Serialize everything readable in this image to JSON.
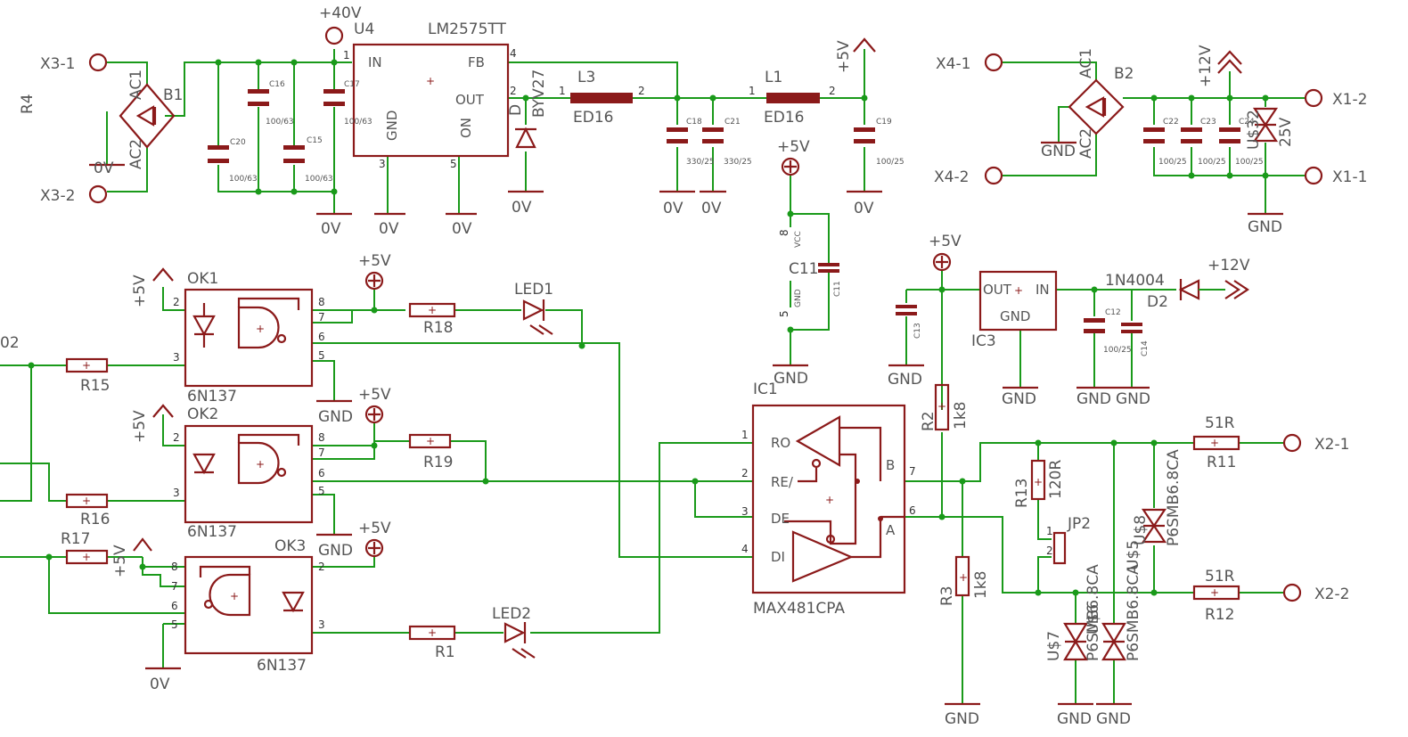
{
  "colors": {
    "wire": "#1a9a1a",
    "part": "#8b1a1a",
    "text": "#555555",
    "background": "#ffffff"
  },
  "power_supply": {
    "x3_1": "X3-1",
    "x3_2": "X3-2",
    "r4": "R4",
    "b1": "B1",
    "ac1": "AC1",
    "ac2": "AC2",
    "zero_v": "0V",
    "plus40v": "+40V",
    "u4": "U4",
    "regulator": "LM2575TT",
    "pin_in": "IN",
    "pin_fb": "FB",
    "pin_out": "OUT",
    "pin_gnd": "GND",
    "pin_on": "ON",
    "pin_1": "1",
    "pin_2": "2",
    "pin_3": "3",
    "pin_4": "4",
    "pin_5": "5",
    "c16": "C16",
    "c16_val": "100/63",
    "c17": "C17",
    "c17_val": "100/63",
    "c20": "C20",
    "c20_val": "100/63",
    "c15": "C15",
    "c15_val": "100/63",
    "diode": "BYV27",
    "diode_ref": "D",
    "l3": "L3",
    "l3_val": "ED16",
    "l1": "L1",
    "l1_val": "ED16",
    "c18": "C18",
    "c18_val": "330/25",
    "c21": "C21",
    "c21_val": "330/25",
    "c19": "C19",
    "c19_val": "100/25",
    "plus5v": "+5V"
  },
  "supply_12v": {
    "x4_1": "X4-1",
    "x4_2": "X4-2",
    "b2": "B2",
    "ac1": "AC1",
    "ac2": "AC2",
    "gnd": "GND",
    "plus12v": "+12V",
    "c22": "C22",
    "c23": "C23",
    "c24": "C24",
    "cap_val": "100/25",
    "tvs": "U$32",
    "tvs_val": "25V",
    "x1_2": "X1-2",
    "x1_1": "X1-1"
  },
  "decoupling": {
    "plus5v": "+5V",
    "c11": "C11",
    "pin8": "8",
    "pin5": "5",
    "vcc": "VCC",
    "gnd_pin": "GND",
    "gnd": "GND"
  },
  "regulator_5v": {
    "plus5v": "+5V",
    "c13": "C13",
    "ic3": "IC3",
    "out": "OUT",
    "in": "IN",
    "gnd_lbl": "GND",
    "c12": "C12",
    "c12_val": "100/25",
    "c14": "C14",
    "d2": "D2",
    "d2_val": "1N4004",
    "plus12v": "+12V",
    "gnd": "GND"
  },
  "optocouplers": {
    "ok1": "OK1",
    "ok2": "OK2",
    "ok3": "OK3",
    "part": "6N137",
    "r15": "R15",
    "r16": "R16",
    "r17": "R17",
    "r18": "R18",
    "r19": "R19",
    "r1": "R1",
    "led1": "LED1",
    "led2": "LED2",
    "plus5v": "+5V",
    "gnd": "GND",
    "zero_v": "0V",
    "offscreen": "02"
  },
  "transceiver": {
    "ic1": "IC1",
    "part": "MAX481CPA",
    "ro": "RO",
    "re": "RE/",
    "de": "DE",
    "di": "DI",
    "b": "B",
    "a": "A",
    "p1": "1",
    "p2": "2",
    "p3": "3",
    "p4": "4",
    "p6": "6",
    "p7": "7"
  },
  "bus": {
    "r2": "R2",
    "r2_val": "1k8",
    "r3": "R3",
    "r3_val": "1k8",
    "r13": "R13",
    "r13_val": "120R",
    "jp2": "JP2",
    "r11": "R11",
    "r11_val": "51R",
    "r12": "R12",
    "r12_val": "51R",
    "x2_1": "X2-1",
    "x2_2": "X2-2",
    "tvs_part": "P6SMB6.8CA",
    "u8": "U$8",
    "u7": "U$7",
    "u6": "U$6",
    "u5": "U$5",
    "gnd": "GND"
  }
}
